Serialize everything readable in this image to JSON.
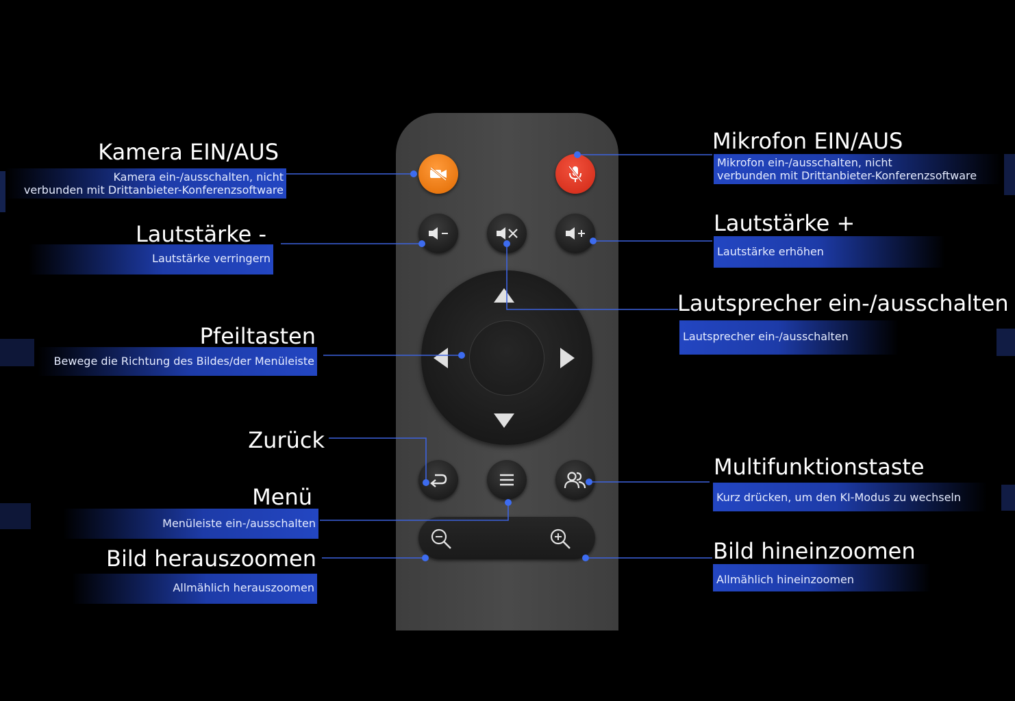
{
  "colors": {
    "accent_blue": "#2346c2",
    "line_blue": "#3d63e0",
    "camera_orange": "#f0801a",
    "mic_red": "#e03a26",
    "remote_gray": "#444444",
    "background": "#000000"
  },
  "buttons": {
    "camera": "camera-off-icon",
    "mic": "mic-off-icon",
    "vol_down": "volume-down-icon",
    "speaker_mute": "speaker-mute-icon",
    "vol_up": "volume-up-icon",
    "dpad": [
      "arrow-up-icon",
      "arrow-left-icon",
      "arrow-right-icon",
      "arrow-down-icon"
    ],
    "back": "back-icon",
    "menu": "menu-icon",
    "multi": "users-icon",
    "zoom_out": "zoom-out-icon",
    "zoom_in": "zoom-in-icon"
  },
  "labels": {
    "kamera": {
      "title": "Kamera EIN/AUS",
      "desc": [
        "Kamera ein-/ausschalten, nicht",
        "verbunden mit Drittanbieter-Konferenzsoftware"
      ]
    },
    "lautstaerke_minus": {
      "title": "Lautstärke -",
      "desc": [
        "Lautstärke verringern"
      ]
    },
    "pfeiltasten": {
      "title": "Pfeiltasten",
      "desc": [
        "Bewege die Richtung des Bildes/der Menüleiste"
      ]
    },
    "zurueck": {
      "title": "Zurück"
    },
    "menue": {
      "title": "Menü",
      "desc": [
        "Menüleiste ein-/ausschalten"
      ]
    },
    "herauszoomen": {
      "title": "Bild herauszoomen",
      "desc": [
        "Allmählich herauszoomen"
      ]
    },
    "mikrofon": {
      "title": "Mikrofon EIN/AUS",
      "desc": [
        "Mikrofon ein-/ausschalten, nicht",
        "verbunden mit Drittanbieter-Konferenzsoftware"
      ]
    },
    "lautstaerke_plus": {
      "title": "Lautstärke +",
      "desc": [
        "Lautstärke erhöhen"
      ]
    },
    "lautsprecher": {
      "title": "Lautsprecher ein-/ausschalten",
      "desc": [
        "Lautsprecher ein-/ausschalten"
      ]
    },
    "multifunktion": {
      "title": "Multifunktionstaste",
      "desc": [
        "Kurz drücken, um den KI-Modus zu wechseln"
      ]
    },
    "hineinzoomen": {
      "title": "Bild hineinzoomen",
      "desc": [
        "Allmählich hineinzoomen"
      ]
    }
  }
}
